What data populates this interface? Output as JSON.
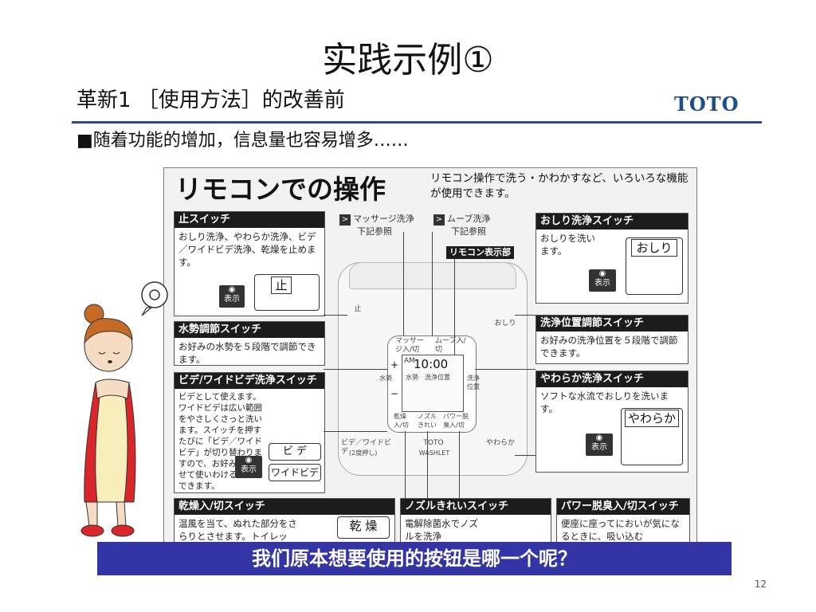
{
  "slide": {
    "title": "实践示例①",
    "subtitle": "革新1 ［使用方法］的改善前",
    "logo": "TOTO",
    "bullet": "■随着功能的增加，信息量也容易增多……",
    "banner": "我们原本想要使用的按钮是哪一个呢？",
    "page_number": "12"
  },
  "manual": {
    "title": "リモコンでの操作",
    "description": "リモコン操作で洗う・かわかすなど、いろいろな機能が使用できます。",
    "chips": [
      {
        "label": "マッサージ洗浄",
        "sub": "下記参照"
      },
      {
        "label": "ムーブ洗浄",
        "sub": "下記参照"
      }
    ],
    "display_tag": "リモコン表示部",
    "sections": [
      {
        "header": "止スイッチ",
        "body": "おしり洗浄、やわらか洗浄、ビデ／ワイドビデ洗浄、乾燥を止めます。",
        "button": "止"
      },
      {
        "header": "水勢調節スイッチ",
        "body": "お好みの水勢を５段階で調節できます。"
      },
      {
        "header": "ビデ/ワイドビデ洗浄スイッチ",
        "body": "ビデとして使えます。ワイドビデは広い範囲をやさしくさっと洗います。スイッチを押すたびに「ビデ／ワイドビデ」が切り替わりますので、お好みにあわせて使いわけることができます。",
        "buttons": [
          "ビ デ",
          "ワイドビデ"
        ]
      },
      {
        "header": "乾燥入/切スイッチ",
        "body": "温風を当て、ぬれた部分をさらりとさせます。トイレッ",
        "button": "乾 燥"
      },
      {
        "header": "ノズルきれいスイッチ",
        "body": "電解除菌水でノズルを洗浄"
      },
      {
        "header": "パワー脱臭入/切スイッチ",
        "body": "便座に座ってにおいが気になるときに、吸い込む"
      },
      {
        "header": "おしり洗浄スイッチ",
        "body": "おしりを洗います。",
        "button": "おしり"
      },
      {
        "header": "洗浄位置調節スイッチ",
        "body": "お好みの洗浄位置を５段階で調節できます。"
      },
      {
        "header": "やわらか洗浄スイッチ",
        "body": "ソフトな水流でおしりを洗います。",
        "button": "やわらか"
      }
    ],
    "display_label": "表示",
    "lcd_caption": "水勢　洗浄位置",
    "remote": {
      "time": "10:00",
      "am": "AM",
      "lcd_caption": "水勢　洗浄位置",
      "massage": "マッサージ入/切",
      "move": "ムーブ入/切",
      "stop": "止",
      "oshiri": "おしり",
      "bidet": "ビデ／ワイドビデ",
      "bidet_sub": "(2度押し)",
      "yawaraka": "やわらか",
      "power": "乾燥 入/切",
      "nozzle": "ノズルきれい",
      "deodor": "パワー脱臭入/切",
      "brand": "TOTO",
      "model": "WASHLET",
      "plus": "+",
      "minus": "−",
      "left_label": "水勢",
      "right_label": "洗浄位置"
    }
  }
}
